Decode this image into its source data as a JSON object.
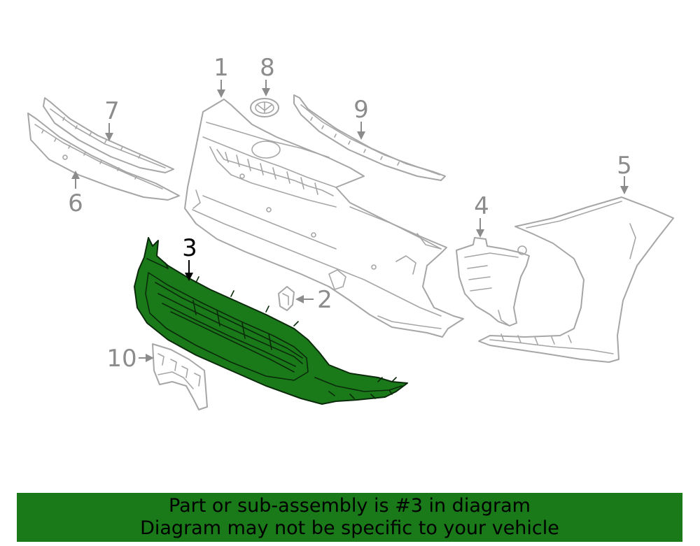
{
  "callouts": {
    "c1": "1",
    "c2": "2",
    "c3": "3",
    "c4": "4",
    "c5": "5",
    "c6": "6",
    "c7": "7",
    "c8": "8",
    "c9": "9",
    "c10": "10"
  },
  "highlighted_part": "3",
  "colors": {
    "highlight": "#1a7a1a",
    "outline": "#a6a6a6",
    "banner": "#1a7a1a"
  },
  "banner": {
    "line1": "Part or sub-assembly is #3 in diagram",
    "line2": "Diagram may not be specific to your vehicle"
  }
}
